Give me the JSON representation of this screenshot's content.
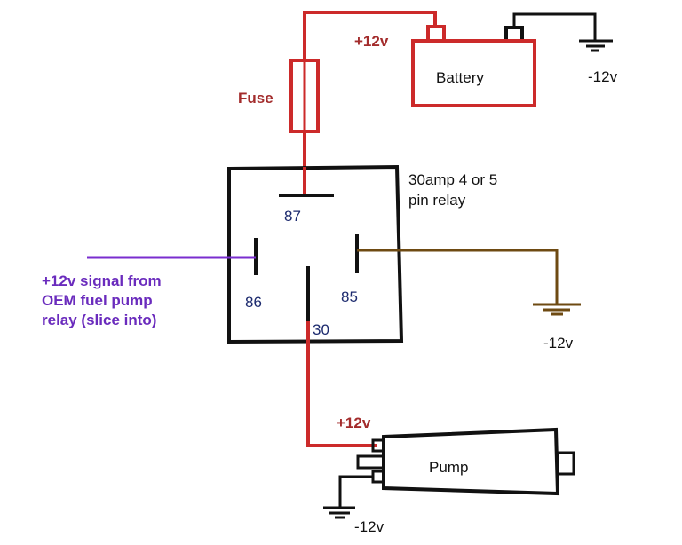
{
  "colors": {
    "power": "#cc2a2a",
    "ground": "#111111",
    "signal": "#7a2ecf",
    "ground85": "#6e4a12",
    "pin_text": "#1c2a6e",
    "power_text": "#a32c2c",
    "signal_text": "#6a2bbd",
    "label_text": "#111111"
  },
  "labels": {
    "battery_plus": "+12v",
    "battery": "Battery",
    "battery_minus": "-12v",
    "fuse": "Fuse",
    "relay_line1": "30amp 4 or 5",
    "relay_line2": "pin relay",
    "signal_line1": "+12v signal from",
    "signal_line2": "OEM fuel pump",
    "signal_line3": "relay (slice into)",
    "relay_ground": "-12v",
    "pump_plus": "+12v",
    "pump": "Pump",
    "pump_minus": "-12v"
  },
  "pins": {
    "p87": "87",
    "p86": "86",
    "p85": "85",
    "p30": "30"
  }
}
